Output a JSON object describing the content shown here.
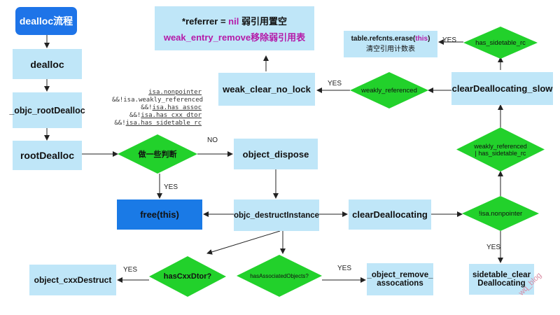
{
  "nodes": {
    "dealloc_flow": "dealloc流程",
    "dealloc": "dealloc",
    "objc_rootDealloc": "_objc_rootDealloc",
    "rootDealloc": "rootDealloc",
    "judge": "做一些判断",
    "object_dispose": "object_dispose",
    "free_this": "free(this)",
    "objc_destructInstance": "objc_destructInstance",
    "clearDeallocating": "clearDeallocating",
    "isa_nonpointer": "!isa.nonpointer",
    "sidetable_clear_line1": "sidetable_clear",
    "sidetable_clear_line2": "Deallocating",
    "weakly_ref_or_line1": "weakly_referenced",
    "weakly_ref_or_line2": "| has_sidetable_rc",
    "clearDeallocating_slow": "clearDeallocating_slow",
    "weakly_referenced": "weakly_referenced",
    "weak_clear_no_lock": "weak_clear_no_lock",
    "referrer_line1_prefix": "*referrer = ",
    "referrer_line1_nil": "nil",
    "referrer_line1_suffix": " 弱引用置空",
    "referrer_line2": "weak_entry_remove移除弱引用表",
    "has_sidetable_rc": "has_sidetable_rc",
    "erase_line1_prefix": "table.refcnts.erase(",
    "erase_line1_this": "this",
    "erase_line1_suffix": ")",
    "erase_line2": "清空引用计数表",
    "hasCxxDtor": "hasCxxDtor?",
    "object_cxxDestruct": "object_cxxDestruct",
    "hasAssociatedObjects": "hasAssociatedObjects?",
    "remove_assoc_line1": "_object_remove_",
    "remove_assoc_line2": "assocations"
  },
  "edges": {
    "no": "NO",
    "yes_free": "YES",
    "yes_sidetable": "YES",
    "yes_weak": "YES",
    "yes_erase": "YES",
    "yes_cxx": "YES",
    "yes_assoc": "YES"
  },
  "conditions": {
    "line1": "isa.nonpointer",
    "line2_prefix": "&&!",
    "line2_rest": "isa.weakly_referenced",
    "line3_prefix": "&&!",
    "line3_rest": "isa.has_assoc",
    "line4_prefix": "&&!",
    "line4_rest": "isa.has_cxx_dtor",
    "line5_prefix": "&&!",
    "line5_rest": "isa.has_sidetable_rc"
  },
  "watermark": "wq_blog",
  "colors": {
    "box": "#bfe6f8",
    "start_box": "#1e74e8",
    "free_box": "#1a7ae6",
    "diamond": "#22d12b",
    "accent_text": "#b51aa8",
    "line": "#222222"
  }
}
